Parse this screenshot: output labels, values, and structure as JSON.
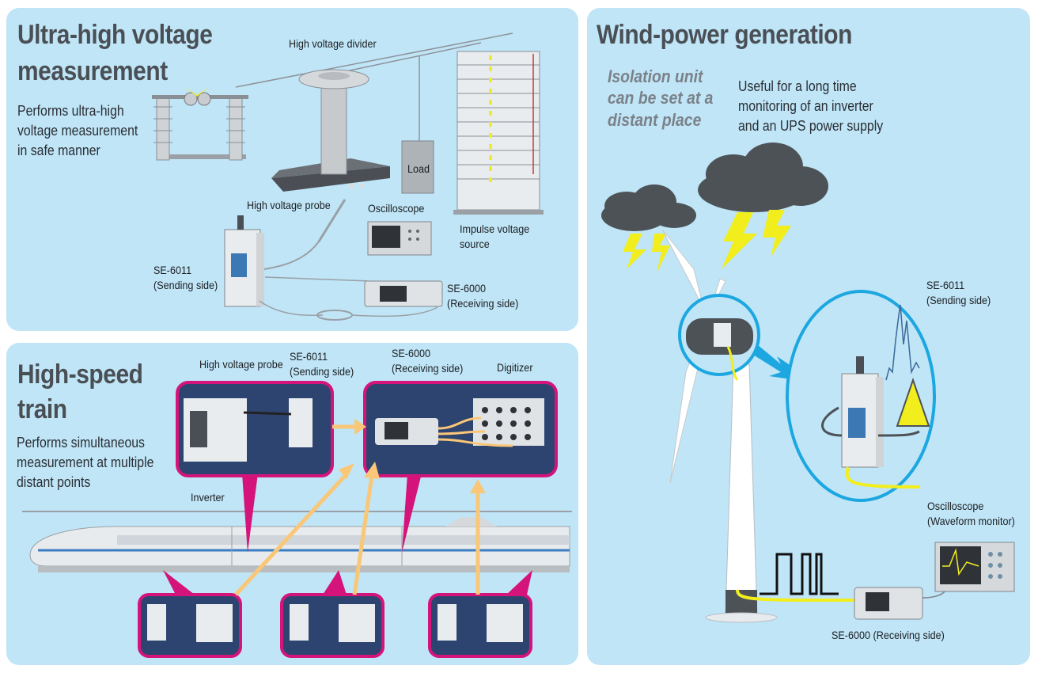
{
  "uhv": {
    "title_line1": "Ultra-high voltage",
    "title_line2": "measurement",
    "desc_line1": "Performs ultra-high",
    "desc_line2": "voltage measurement",
    "desc_line3": "in safe manner",
    "label_divider": "High voltage divider",
    "label_load": "Load",
    "label_probe": "High voltage probe",
    "label_oscilloscope": "Oscilloscope",
    "label_impulse_line1": "Impulse voltage",
    "label_impulse_line2": "source",
    "label_sending_line1": "SE-6011",
    "label_sending_line2": "(Sending side)",
    "label_receiving_line1": "SE-6000",
    "label_receiving_line2": "(Receiving side)"
  },
  "train": {
    "title_line1": "High-speed",
    "title_line2": "train",
    "desc_line1": "Performs simultaneous",
    "desc_line2": "measurement at multiple",
    "desc_line3": "distant points",
    "label_probe": "High voltage probe",
    "label_sending_line1": "SE-6011",
    "label_sending_line2": "(Sending side)",
    "label_receiving_line1": "SE-6000",
    "label_receiving_line2": "(Receiving side)",
    "label_digitizer": "Digitizer",
    "label_inverter": "Inverter"
  },
  "wind": {
    "title": "Wind-power generation",
    "note_line1": "Isolation unit",
    "note_line2": "can be set at a",
    "note_line3": "distant place",
    "desc_line1": "Useful for a long time",
    "desc_line2": "monitoring of an inverter",
    "desc_line3": "and an UPS power supply",
    "label_sending_line1": "SE-6011",
    "label_sending_line2": "(Sending side)",
    "label_osc_line1": "Oscilloscope",
    "label_osc_line2": "(Waveform monitor)",
    "label_receiving": "SE-6000 (Receiving side)"
  },
  "colors": {
    "panel": "#bfe5f7",
    "title": "#4a4f55",
    "magenta": "#d4147a",
    "arrow_orange": "#f9c777",
    "callout_blue": "#1ca7e0",
    "lightning": "#f2ee1e",
    "cloud": "#4d5257"
  }
}
